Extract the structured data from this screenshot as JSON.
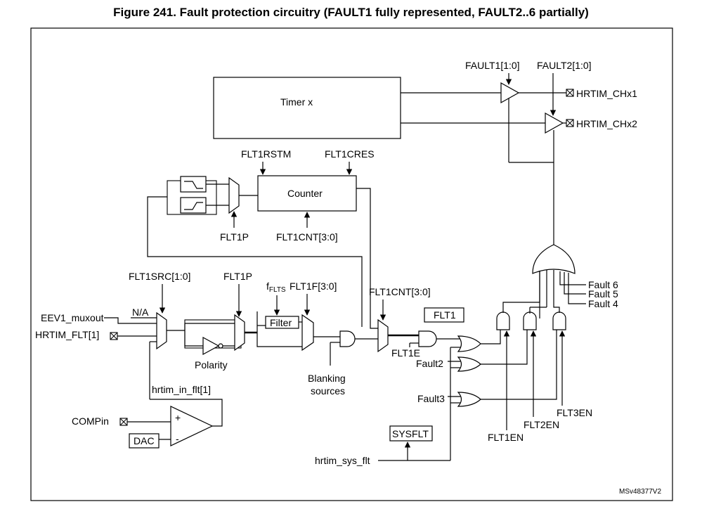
{
  "title": "Figure 241. Fault protection circuitry (FAULT1 fully represented, FAULT2..6 partially)",
  "labels": {
    "fault1_sel": "FAULT1[1:0]",
    "fault2_sel": "FAULT2[1:0]",
    "timer": "Timer x",
    "out_ch1": "HRTIM_CHx1",
    "out_ch2": "HRTIM_CHx2",
    "flt1rstm": "FLT1RSTM",
    "flt1cres": "FLT1CRES",
    "counter": "Counter",
    "flt1p_top": "FLT1P",
    "flt1cnt_bottom": "FLT1CNT[3:0]",
    "flt1src": "FLT1SRC[1:0]",
    "flt1p": "FLT1P",
    "fflts_main": "f",
    "fflts_sub": "FLTS",
    "flt1f": "FLT1F[3:0]",
    "flt1cnt": "FLT1CNT[3:0]",
    "filter": "Filter",
    "flt1_box": "FLT1",
    "eev1": "EEV1_muxout",
    "na": "N/A",
    "hrtim_flt1": "HRTIM_FLT[1]",
    "polarity": "Polarity",
    "flt1e": "FLT1E",
    "blanking1": "Blanking",
    "blanking2": "sources",
    "hrtim_in_flt": "hrtim_in_flt[1]",
    "compin": "COMPin",
    "dac": "DAC",
    "plus": "+",
    "minus": "-",
    "fault2": "Fault2",
    "fault3": "Fault3",
    "sysflt": "SYSFLT",
    "hrtim_sys_flt": "hrtim_sys_flt",
    "fault6": "Fault 6",
    "fault5": "Fault 5",
    "fault4": "Fault 4",
    "flt1en": "FLT1EN",
    "flt2en": "FLT2EN",
    "flt3en": "FLT3EN",
    "ref": "MSv48377V2"
  }
}
